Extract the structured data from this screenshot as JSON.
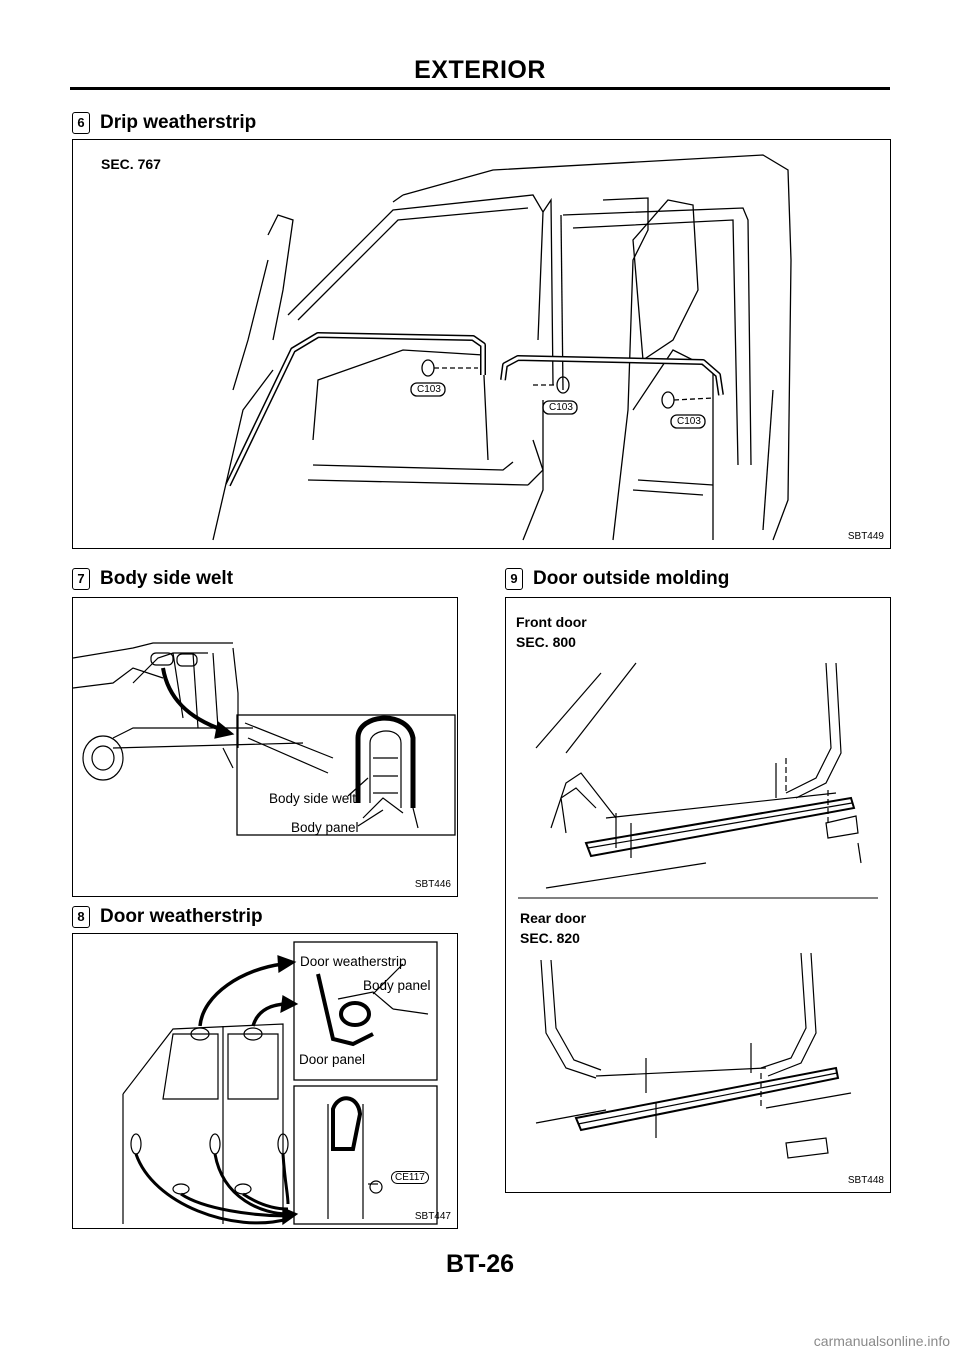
{
  "page": {
    "header_title": "EXTERIOR",
    "footer_page": "BT-26",
    "watermark": "carmanualsonline.info"
  },
  "sections": {
    "drip": {
      "number": "6",
      "title": "Drip weatherstrip",
      "sec_label": "SEC. 767",
      "clip_labels": [
        "C103",
        "C103",
        "C103"
      ],
      "figure_code": "SBT449"
    },
    "welt": {
      "number": "7",
      "title": "Body side welt",
      "callouts": [
        "Body side welt",
        "Body panel"
      ],
      "figure_code": "SBT446"
    },
    "door_ws": {
      "number": "8",
      "title": "Door weatherstrip",
      "callouts": [
        "Door weatherstrip",
        "Body panel",
        "Door panel"
      ],
      "clip_label": "CE117",
      "figure_code": "SBT447"
    },
    "molding": {
      "number": "9",
      "title": "Door outside molding",
      "front_label": "Front door",
      "front_sec": "SEC. 800",
      "rear_label": "Rear door",
      "rear_sec": "SEC. 820",
      "figure_code": "SBT448"
    }
  }
}
